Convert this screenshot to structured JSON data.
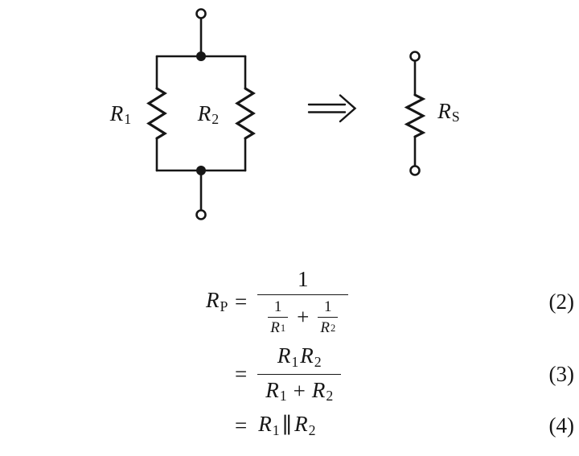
{
  "figure": {
    "parallel_circuit": {
      "r1_label": {
        "base": "R",
        "sub": "1"
      },
      "r2_label": {
        "base": "R",
        "sub": "2"
      }
    },
    "implies_arrow_icon": "⇒",
    "equivalent_circuit": {
      "rs_label": {
        "base": "R",
        "sub": "S"
      }
    }
  },
  "equations": {
    "eq2": {
      "lhs": {
        "base": "R",
        "sub": "P"
      },
      "equals": "=",
      "numerator": "1",
      "den_frac1": {
        "num": "1",
        "den": {
          "base": "R",
          "sub": "1"
        }
      },
      "den_plus": "+",
      "den_frac2": {
        "num": "1",
        "den": {
          "base": "R",
          "sub": "2"
        }
      },
      "number": "(2)"
    },
    "eq3": {
      "equals": "=",
      "num_r1": {
        "base": "R",
        "sub": "1"
      },
      "num_r2": {
        "base": "R",
        "sub": "2"
      },
      "den_r1": {
        "base": "R",
        "sub": "1"
      },
      "den_plus": "+",
      "den_r2": {
        "base": "R",
        "sub": "2"
      },
      "number": "(3)"
    },
    "eq4": {
      "equals": "=",
      "r1": {
        "base": "R",
        "sub": "1"
      },
      "parallel": "∥",
      "r2": {
        "base": "R",
        "sub": "2"
      },
      "number": "(4)"
    }
  }
}
